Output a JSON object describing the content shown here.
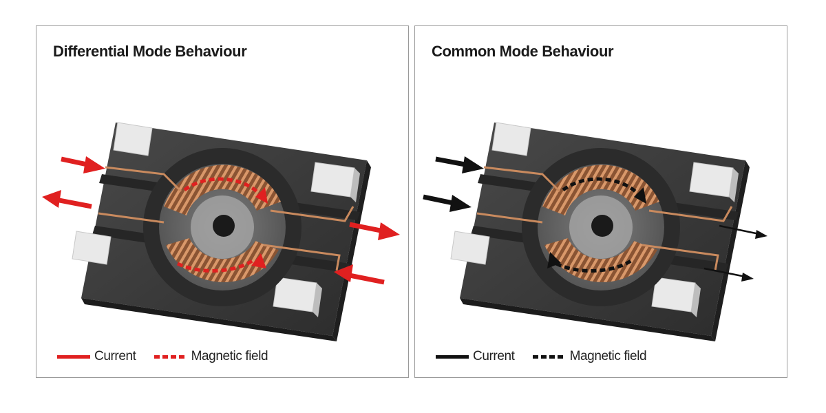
{
  "panels": [
    {
      "title": "Differential Mode Behaviour",
      "accent": "#e02020",
      "legend": {
        "current_label": "Current",
        "field_label": "Magnetic field"
      }
    },
    {
      "title": "Common Mode Behaviour",
      "accent": "#111111",
      "legend": {
        "current_label": "Current",
        "field_label": "Magnetic field"
      }
    }
  ],
  "colors": {
    "housing": "#3a3a3a",
    "copper": "#c98a5e",
    "pad": "#e6e6e6",
    "border": "#9a9a9a"
  }
}
